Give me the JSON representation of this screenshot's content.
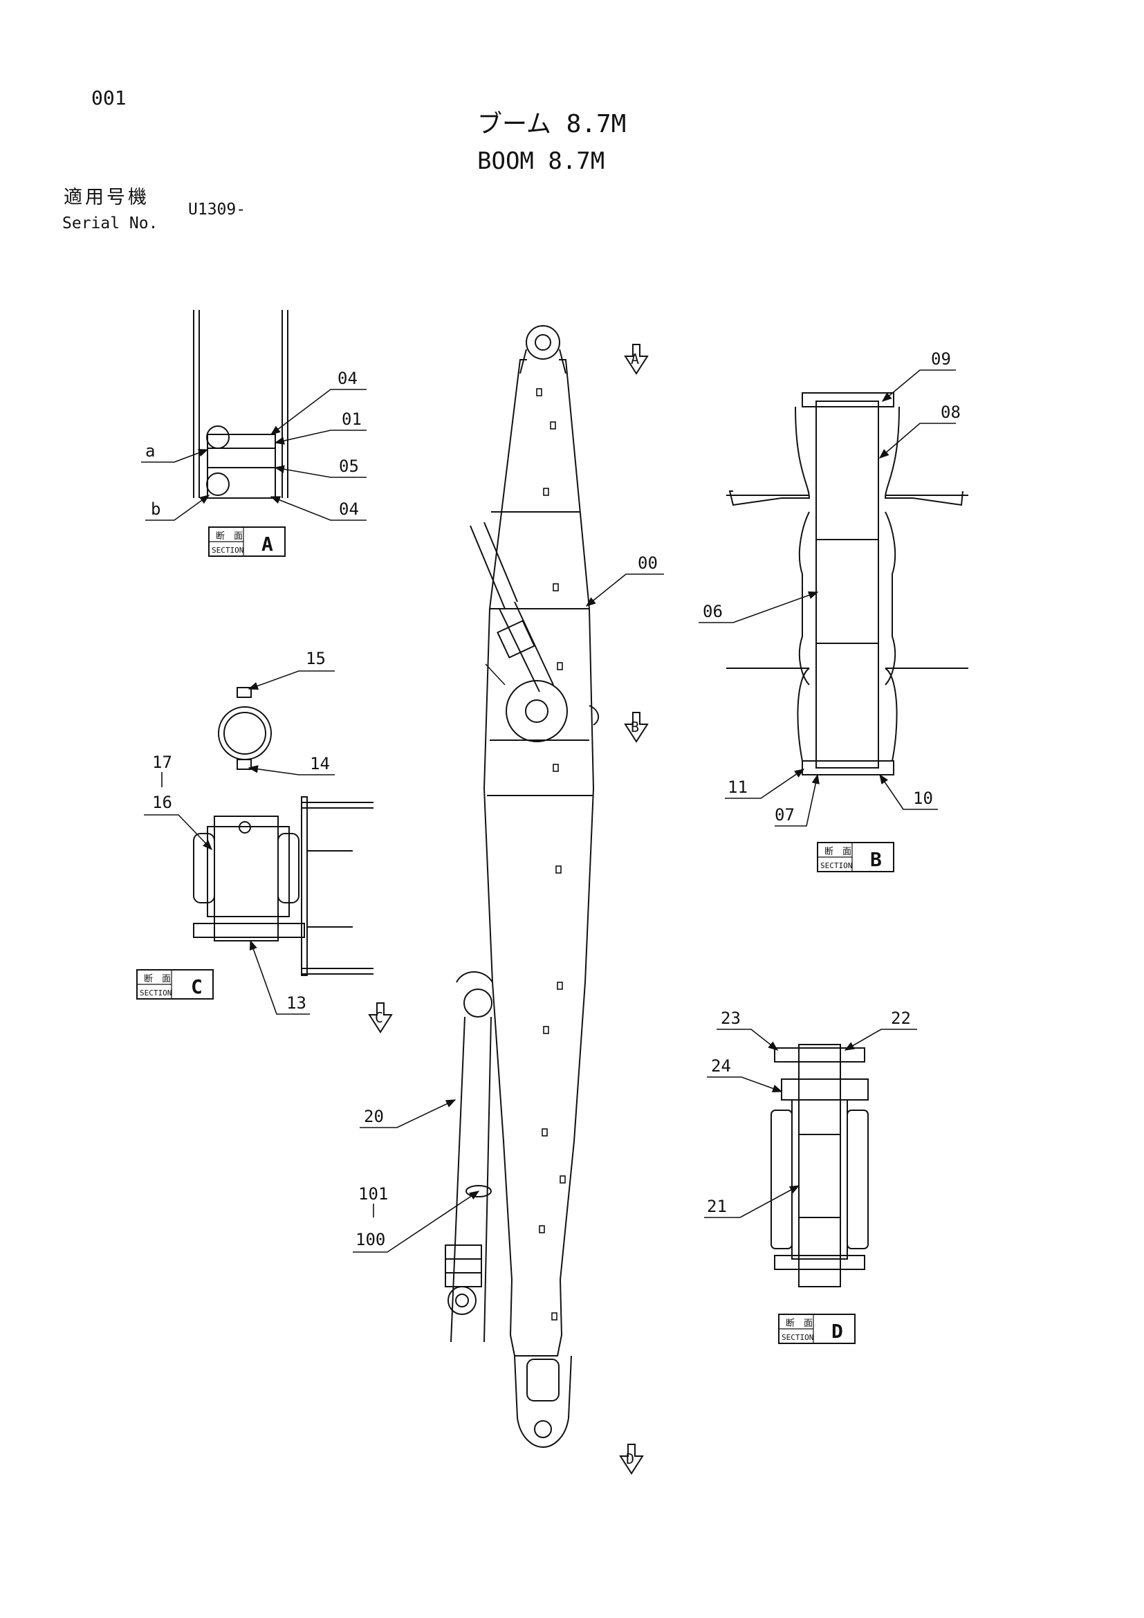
{
  "page": {
    "number": "001"
  },
  "title": {
    "jp": "ブーム 8.7M",
    "en": "BOOM 8.7M"
  },
  "serial": {
    "label_jp": "適用号機",
    "label_en": "Serial No.",
    "value": "U1309-"
  },
  "section_labels": {
    "jp": "断　面",
    "en": "SECTION",
    "a": "A",
    "b": "B",
    "c": "C",
    "d": "D"
  },
  "view_markers": {
    "a": "A",
    "b": "B",
    "c": "C",
    "d": "D"
  },
  "detail_letters": {
    "a": "a",
    "b": "b"
  },
  "callouts": {
    "p00": "00",
    "p01": "01",
    "p04_top": "04",
    "p04_bottom": "04",
    "p05": "05",
    "p06": "06",
    "p07": "07",
    "p08": "08",
    "p09": "09",
    "p10": "10",
    "p11": "11",
    "p13": "13",
    "p14": "14",
    "p15": "15",
    "p16": "16",
    "p17": "17",
    "p20": "20",
    "p21": "21",
    "p22": "22",
    "p23": "23",
    "p24": "24",
    "p100": "100",
    "p101": "101"
  }
}
